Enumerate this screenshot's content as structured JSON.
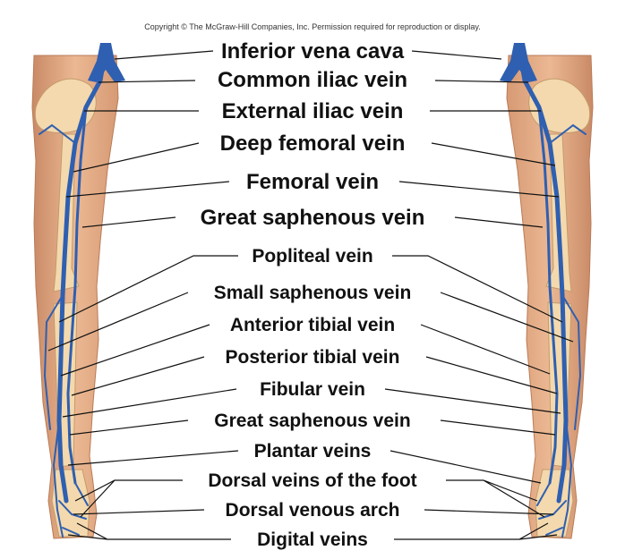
{
  "copyright": "Copyright © The McGraw-Hill Companies, Inc. Permission required for reproduction or display.",
  "labels": [
    "Inferior vena cava",
    "Common iliac vein",
    "External iliac vein",
    "Deep femoral vein",
    "Femoral vein",
    "Great saphenous vein",
    "Popliteal vein",
    "Small saphenous vein",
    "Anterior tibial vein",
    "Posterior tibial vein",
    "Fibular vein",
    "Great saphenous vein",
    "Plantar veins",
    "Dorsal veins of the foot",
    "Dorsal venous arch",
    "Digital veins"
  ],
  "colors": {
    "vein": "#2f5fb0",
    "skin": "#e8b48e",
    "bone": "#f1d6a8",
    "leader": "#111111"
  }
}
